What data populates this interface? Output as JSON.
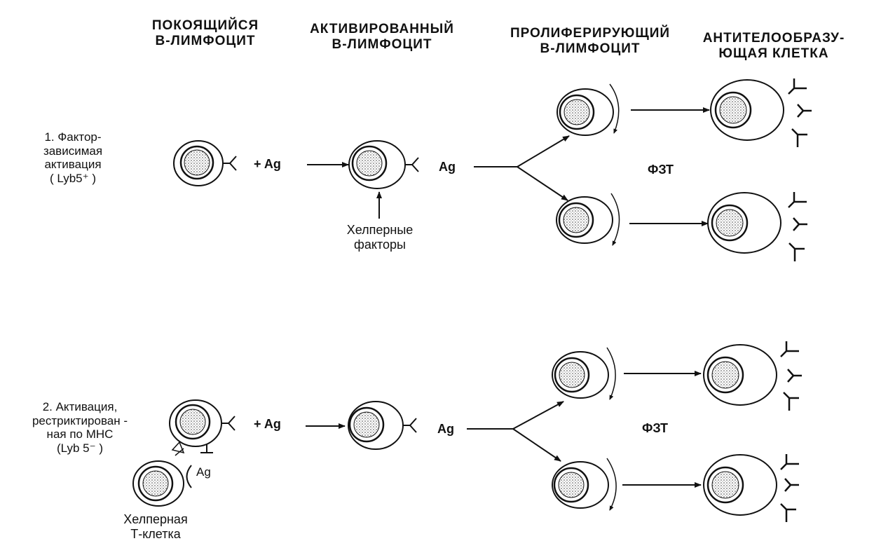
{
  "headers": [
    {
      "line1": "ПОКОЯЩИЙСЯ",
      "line2": "В-ЛИМФОЦИТ"
    },
    {
      "line1": "АКТИВИРОВАННЫЙ",
      "line2": "В-ЛИМФОЦИТ"
    },
    {
      "line1": "ПРОЛИФЕРИРУЮЩИЙ",
      "line2": "В-ЛИМФОЦИТ"
    },
    {
      "line1": "АНТИТЕЛООБРАЗУ-",
      "line2": "ЮЩАЯ КЛЕТКА"
    }
  ],
  "row1": {
    "label": [
      "1. Фактор-",
      "зависимая",
      "активация",
      "( Lyb5⁺ )"
    ],
    "plus_ag": "+ Ag",
    "ag": "Ag",
    "helper_caption": [
      "Хелперные",
      "факторы"
    ],
    "fzt": "ФЗТ"
  },
  "row2": {
    "label": [
      "2. Активация,",
      "рестриктирован -",
      "ная по MHC",
      "(Lyb 5⁻ )"
    ],
    "plus_ag": "+ Ag",
    "ag": "Ag",
    "bound_ag": "Ag",
    "helper_caption": [
      "Хелперная",
      "Т-клетка"
    ],
    "fzt": "ФЗТ"
  }
}
